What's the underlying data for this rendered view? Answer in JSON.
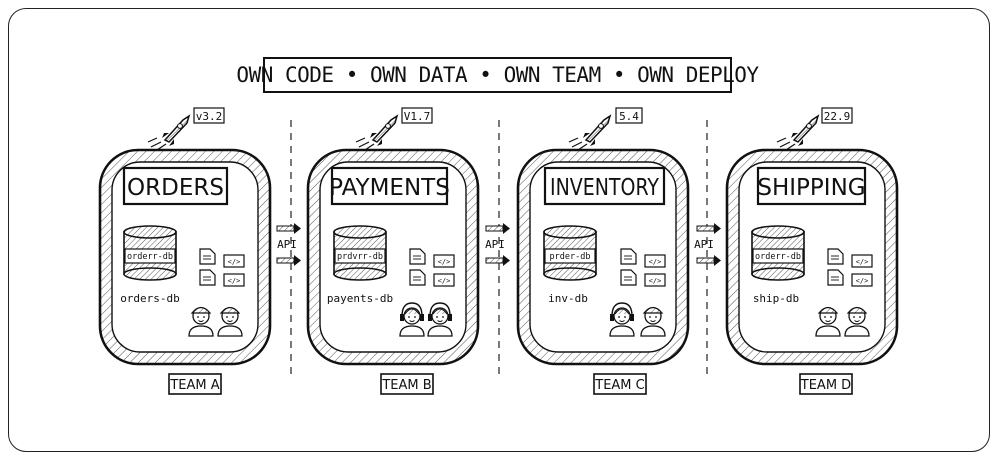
{
  "header": {
    "title": "OWN CODE • OWN DATA • OWN TEAM • OWN DEPLOY"
  },
  "api_label": "API",
  "services": [
    {
      "name": "ORDERS",
      "version": "v3.2",
      "db_drum_label": "orderr-db",
      "db_caption": "orders-db",
      "team": "TEAM A",
      "headsets": false
    },
    {
      "name": "PAYMENTS",
      "version": "V1.7",
      "db_drum_label": "prdvrr-db",
      "db_caption": "payents-db",
      "team": "TEAM B",
      "headsets": true
    },
    {
      "name": "INVENTORY",
      "version": "5.4",
      "db_drum_label": "prder-db",
      "db_caption": "inv-db",
      "team": "TEAM C",
      "headsets": true
    },
    {
      "name": "SHIPPING",
      "version": "22.9",
      "db_drum_label": "orderr-db",
      "db_caption": "ship-db",
      "team": "TEAM D",
      "headsets": false
    }
  ],
  "icons": [
    "rocket-icon",
    "database-icon",
    "document-icon",
    "code-icon",
    "developer-icon",
    "arrow-right-icon"
  ]
}
